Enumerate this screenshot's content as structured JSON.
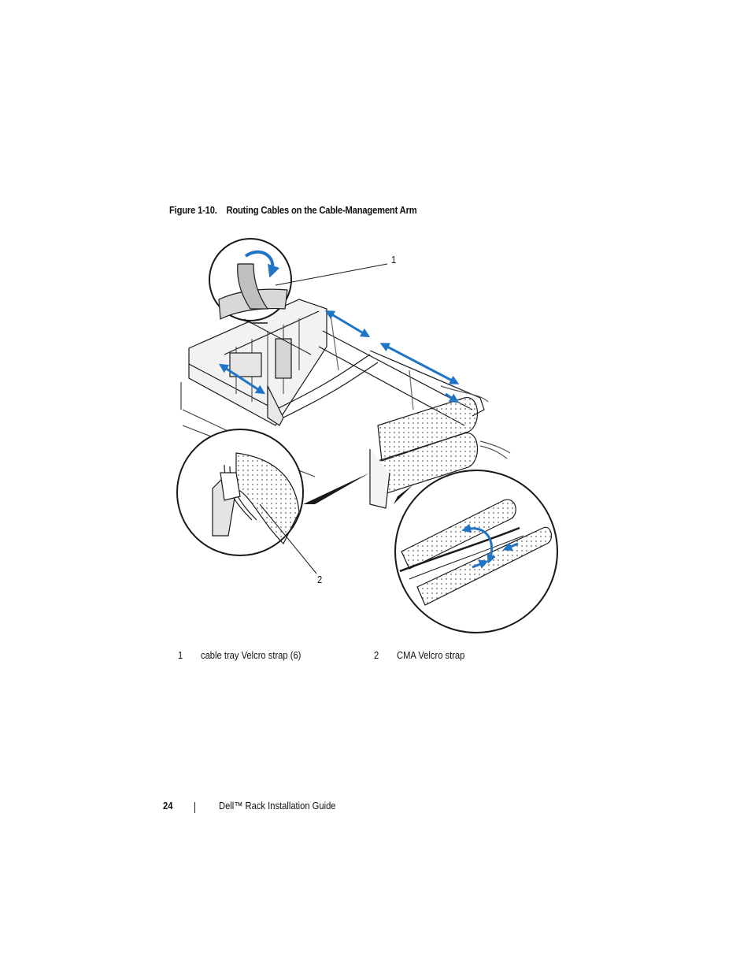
{
  "figure": {
    "caption_label": "Figure 1-10.",
    "caption_title": "Routing Cables on the Cable-Management Arm",
    "callouts": [
      "1",
      "2"
    ]
  },
  "legend": [
    {
      "number": "1",
      "text": "cable tray Velcro strap (6)"
    },
    {
      "number": "2",
      "text": "CMA Velcro strap"
    }
  ],
  "footer": {
    "page_number": "24",
    "guide_title": "Dell™ Rack Installation Guide"
  },
  "colors": {
    "arrow_blue": "#1f74c6",
    "line": "#1a1a1a"
  }
}
